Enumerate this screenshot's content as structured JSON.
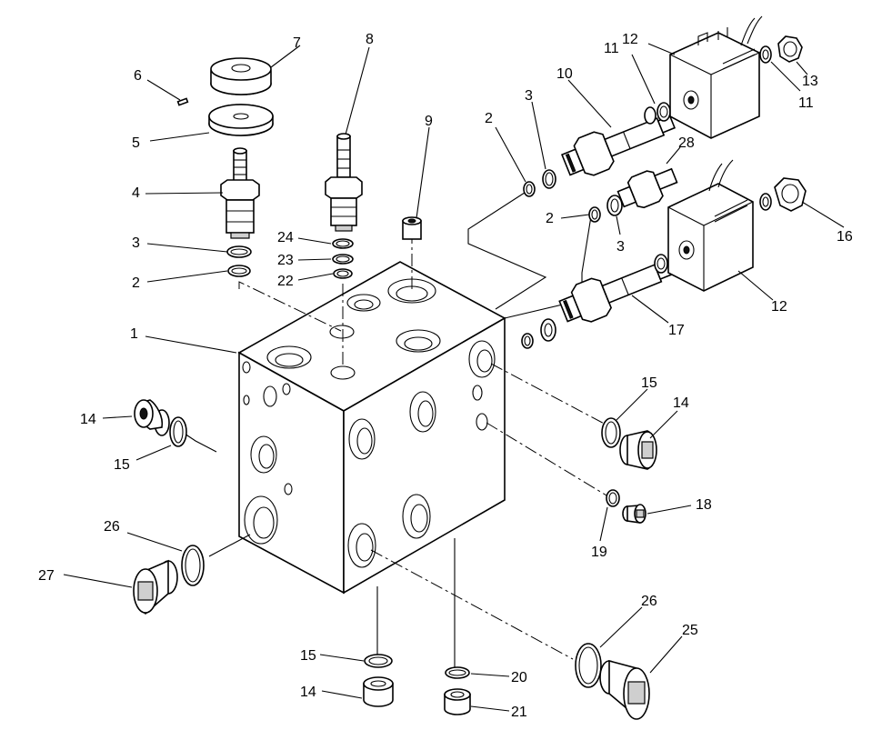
{
  "callouts": [
    {
      "id": "c1",
      "text": "1"
    },
    {
      "id": "c2a",
      "text": "2"
    },
    {
      "id": "c3a",
      "text": "3"
    },
    {
      "id": "c4",
      "text": "4"
    },
    {
      "id": "c5",
      "text": "5"
    },
    {
      "id": "c6",
      "text": "6"
    },
    {
      "id": "c7",
      "text": "7"
    },
    {
      "id": "c8",
      "text": "8"
    },
    {
      "id": "c9",
      "text": "9"
    },
    {
      "id": "c2b",
      "text": "2"
    },
    {
      "id": "c3b",
      "text": "3"
    },
    {
      "id": "c10",
      "text": "10"
    },
    {
      "id": "c11a",
      "text": "11"
    },
    {
      "id": "c12a",
      "text": "12"
    },
    {
      "id": "c13",
      "text": "13"
    },
    {
      "id": "c11b",
      "text": "11"
    },
    {
      "id": "c28",
      "text": "28"
    },
    {
      "id": "c2c",
      "text": "2"
    },
    {
      "id": "c3c",
      "text": "3"
    },
    {
      "id": "c16",
      "text": "16"
    },
    {
      "id": "c12b",
      "text": "12"
    },
    {
      "id": "c17",
      "text": "17"
    },
    {
      "id": "c24",
      "text": "24"
    },
    {
      "id": "c23",
      "text": "23"
    },
    {
      "id": "c22",
      "text": "22"
    },
    {
      "id": "c15a",
      "text": "15"
    },
    {
      "id": "c14a",
      "text": "14"
    },
    {
      "id": "c14b",
      "text": "14"
    },
    {
      "id": "c15b",
      "text": "15"
    },
    {
      "id": "c18",
      "text": "18"
    },
    {
      "id": "c19",
      "text": "19"
    },
    {
      "id": "c26a",
      "text": "26"
    },
    {
      "id": "c27",
      "text": "27"
    },
    {
      "id": "c26b",
      "text": "26"
    },
    {
      "id": "c25",
      "text": "25"
    },
    {
      "id": "c15c",
      "text": "15"
    },
    {
      "id": "c14c",
      "text": "14"
    },
    {
      "id": "c20",
      "text": "20"
    },
    {
      "id": "c21",
      "text": "21"
    }
  ]
}
